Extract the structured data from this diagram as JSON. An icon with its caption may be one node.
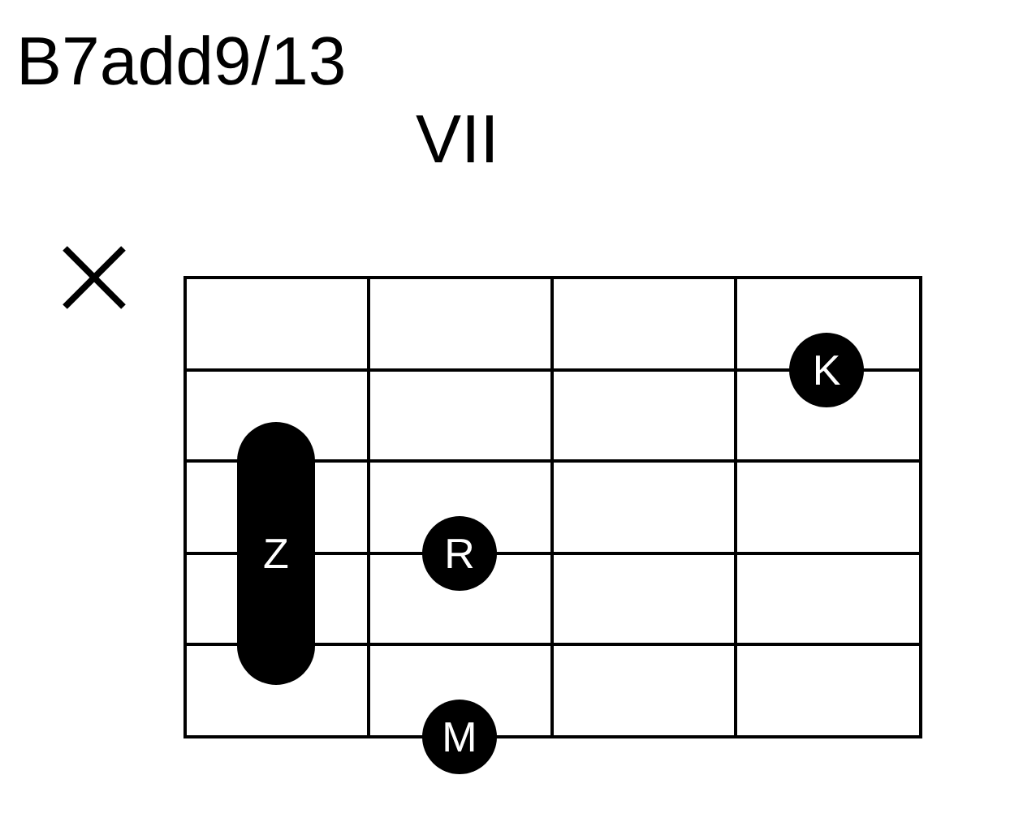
{
  "diagram": {
    "title": "B7add9/13",
    "nodes": [
      {
        "text": [
          "K"
        ]
      },
      {
        "text": [
          "Z"
        ]
      },
      {
        "text": [
          "R"
        ]
      },
      {
        "text": [
          "M"
        ]
      }
    ],
    "labels": [
      "VII"
    ]
  }
}
